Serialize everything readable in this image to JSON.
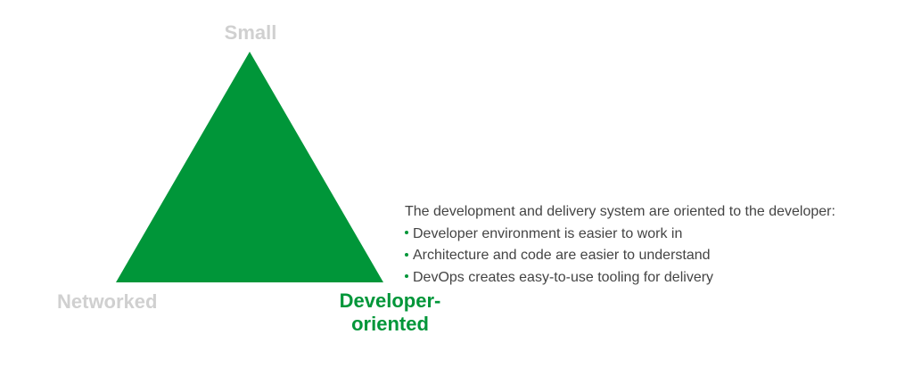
{
  "colors": {
    "accent": "#009639",
    "muted": "#d0d0d0",
    "text": "#444444"
  },
  "diagram": {
    "vertices": {
      "top": "Small",
      "left": "Networked",
      "right_line1": "Developer-",
      "right_line2": "oriented"
    },
    "description": {
      "intro": "The development and delivery system are oriented to the developer:",
      "bullets": [
        "Developer environment is easier to work in",
        "Architecture and code are easier to understand",
        "DevOps creates easy-to-use tooling for delivery"
      ]
    }
  }
}
